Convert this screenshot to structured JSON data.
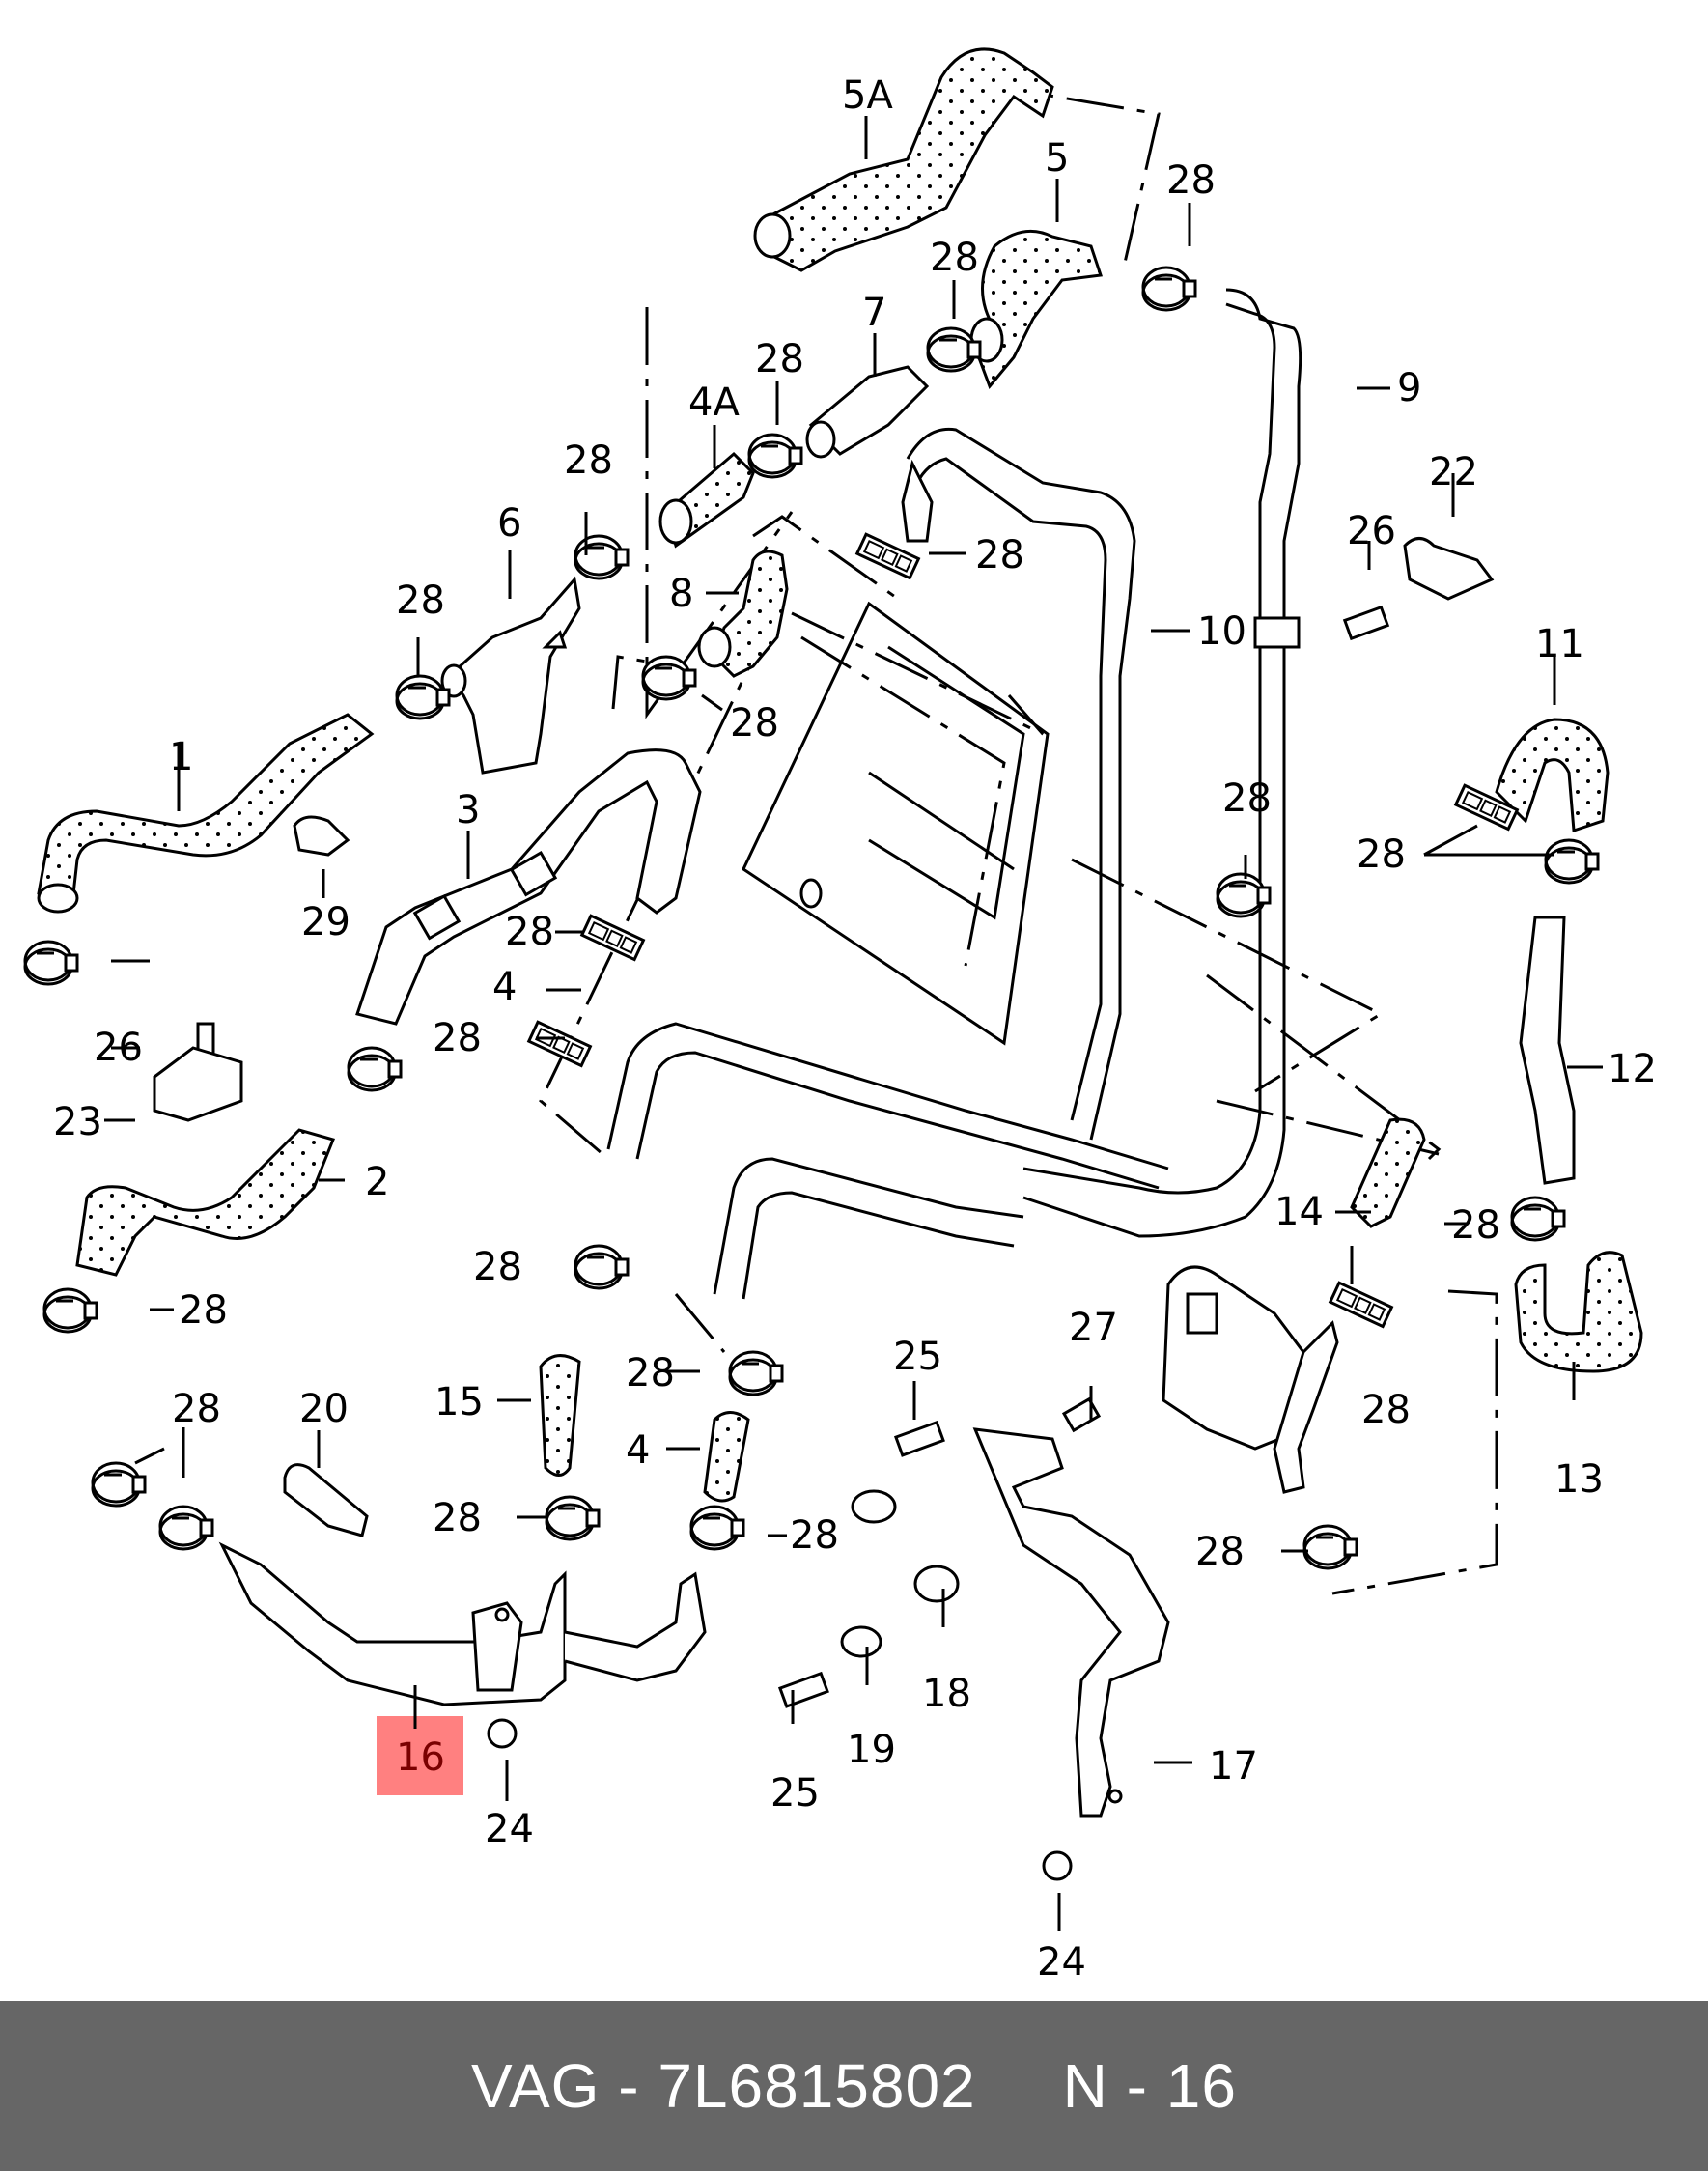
{
  "diagram": {
    "title": "Coolant hoses / auxiliary heater circuit exploded view",
    "highlight": {
      "part": "16",
      "color": "#ff8080"
    },
    "labels": [
      {
        "id": "5A",
        "text": "5A"
      },
      {
        "id": "5",
        "text": "5"
      },
      {
        "id": "28a",
        "text": "28"
      },
      {
        "id": "28b",
        "text": "28"
      },
      {
        "id": "7",
        "text": "7"
      },
      {
        "id": "9",
        "text": "9"
      },
      {
        "id": "28c",
        "text": "28"
      },
      {
        "id": "4A",
        "text": "4A"
      },
      {
        "id": "28d",
        "text": "28"
      },
      {
        "id": "6",
        "text": "6"
      },
      {
        "id": "28e",
        "text": "28"
      },
      {
        "id": "8",
        "text": "8"
      },
      {
        "id": "28f",
        "text": "28"
      },
      {
        "id": "22",
        "text": "22"
      },
      {
        "id": "26a",
        "text": "26"
      },
      {
        "id": "28g",
        "text": "28"
      },
      {
        "id": "10",
        "text": "10"
      },
      {
        "id": "11",
        "text": "11"
      },
      {
        "id": "1",
        "text": "1"
      },
      {
        "id": "3",
        "text": "3"
      },
      {
        "id": "28h",
        "text": "28"
      },
      {
        "id": "28i",
        "text": "28"
      },
      {
        "id": "29",
        "text": "29"
      },
      {
        "id": "28j",
        "text": "28"
      },
      {
        "id": "4a",
        "text": "4"
      },
      {
        "id": "28k",
        "text": "28"
      },
      {
        "id": "26b",
        "text": "26"
      },
      {
        "id": "23",
        "text": "23"
      },
      {
        "id": "12",
        "text": "12"
      },
      {
        "id": "2",
        "text": "2"
      },
      {
        "id": "14",
        "text": "14"
      },
      {
        "id": "28l",
        "text": "28"
      },
      {
        "id": "28m",
        "text": "28"
      },
      {
        "id": "28n",
        "text": "28"
      },
      {
        "id": "28o",
        "text": "28"
      },
      {
        "id": "27",
        "text": "27"
      },
      {
        "id": "25a",
        "text": "25"
      },
      {
        "id": "28p",
        "text": "28"
      },
      {
        "id": "28q",
        "text": "28"
      },
      {
        "id": "13",
        "text": "13"
      },
      {
        "id": "15",
        "text": "15"
      },
      {
        "id": "4b",
        "text": "4"
      },
      {
        "id": "28r",
        "text": "28"
      },
      {
        "id": "20",
        "text": "20"
      },
      {
        "id": "28s",
        "text": "28"
      },
      {
        "id": "28t",
        "text": "28"
      },
      {
        "id": "28u",
        "text": "28"
      },
      {
        "id": "18",
        "text": "18"
      },
      {
        "id": "19",
        "text": "19"
      },
      {
        "id": "25b",
        "text": "25"
      },
      {
        "id": "17",
        "text": "17"
      },
      {
        "id": "16",
        "text": "16"
      },
      {
        "id": "24a",
        "text": "24"
      },
      {
        "id": "24b",
        "text": "24"
      }
    ]
  },
  "footer": {
    "brand": "VAG",
    "separator": "-",
    "part_number": "7L6815802",
    "position_prefix": "N",
    "position_number": "16"
  }
}
